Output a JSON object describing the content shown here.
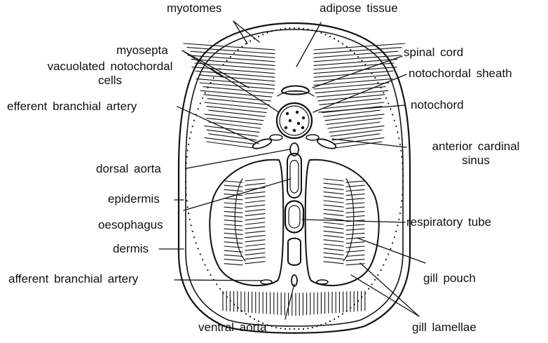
{
  "labels": {
    "myotomes": "myotomes",
    "adipose_tissue": "adipose tissue",
    "myosepta": "myosepta",
    "spinal_cord": "spinal cord",
    "vacuolated_notochordal_cells_1": "vacuolated notochordal",
    "vacuolated_notochordal_cells_2": "cells",
    "notochordal_sheath": "notochordal sheath",
    "efferent_branchial_artery": "efferent branchial artery",
    "notochord": "notochord",
    "anterior_cardinal_sinus_1": "anterior cardinal",
    "anterior_cardinal_sinus_2": "sinus",
    "dorsal_aorta": "dorsal aorta",
    "epidermis": "epidermis",
    "oesophagus": "oesophagus",
    "respiratory_tube": "respiratory tube",
    "dermis": "dermis",
    "gill_pouch": "gill pouch",
    "afferent_branchial_artery": "afferent branchial artery",
    "ventral_aorta": "ventral aorta",
    "gill_lamellae": "gill lamellae"
  }
}
